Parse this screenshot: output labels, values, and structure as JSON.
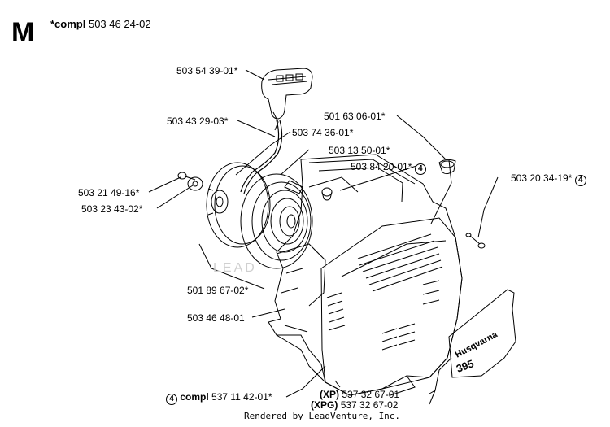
{
  "header": {
    "section_letter": "M",
    "compl_prefix": "*compl",
    "compl_number": "503 46 24-02"
  },
  "parts": [
    {
      "id": "p1",
      "label": "503 54 39-01*"
    },
    {
      "id": "p2",
      "label": "503 43 29-03*"
    },
    {
      "id": "p3",
      "label": "503 74 36-01*"
    },
    {
      "id": "p4",
      "label": "503 13 50-01*"
    },
    {
      "id": "p5",
      "label": "501 63 06-01*"
    },
    {
      "id": "p6",
      "label": "503 84 20-01*"
    },
    {
      "id": "p7",
      "label": "503 20 34-19*"
    },
    {
      "id": "p8",
      "label": "503 21 49-16*"
    },
    {
      "id": "p9",
      "label": "503 23 43-02*"
    },
    {
      "id": "p10",
      "label": "501 89 67-02*"
    },
    {
      "id": "p11",
      "label": "503 46 48-01"
    }
  ],
  "ref_marker": "4",
  "assembly": {
    "prefix": "compl",
    "number": "537 11 42-01*"
  },
  "variants": [
    {
      "model": "(XP)",
      "number": "537 32 67-01"
    },
    {
      "model": "(XPG)",
      "number": "537 32 67-02"
    }
  ],
  "decal": {
    "brand": "Husqvarna",
    "model": "395"
  },
  "watermark": "LEAD",
  "footer": "Rendered by LeadVenture, Inc."
}
